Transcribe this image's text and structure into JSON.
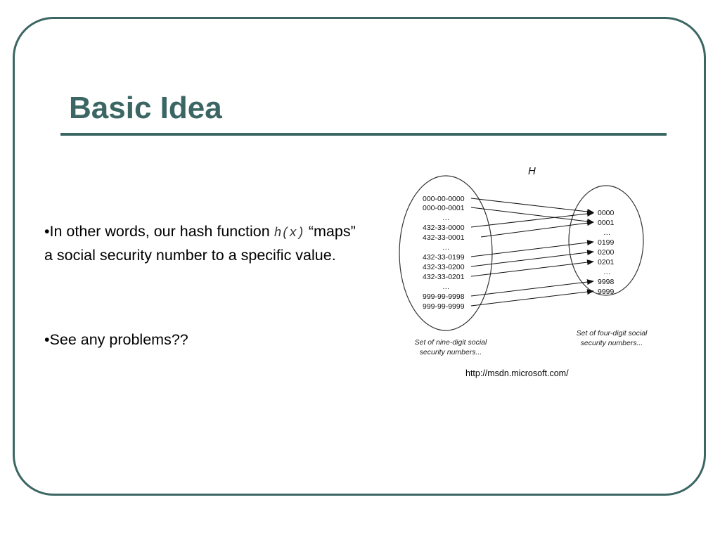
{
  "slide": {
    "title": "Basic Idea",
    "bullet1": {
      "prefix": "•In other words, our hash function ",
      "code": "h(x)",
      "suffix": " “maps” a social security number to a specific value."
    },
    "bullet2": "•See any problems??",
    "source": "http://msdn.microsoft.com/"
  },
  "diagram": {
    "function_label": "H",
    "left_values": [
      "000-00-0000",
      "000-00-0001",
      "…",
      "432-33-0000",
      "432-33-0001",
      "…",
      "432-33-0199",
      "432-33-0200",
      "432-33-0201",
      "…",
      "999-99-9998",
      "999-99-9999"
    ],
    "right_values": [
      "0000",
      "0001",
      "…",
      "0199",
      "0200",
      "0201",
      "…",
      "9998",
      "9999"
    ],
    "left_caption": [
      "Set of nine-digit social",
      "security numbers..."
    ],
    "right_caption": [
      "Set of four-digit social",
      "security numbers..."
    ]
  },
  "colors": {
    "accent": "#3b6663"
  }
}
